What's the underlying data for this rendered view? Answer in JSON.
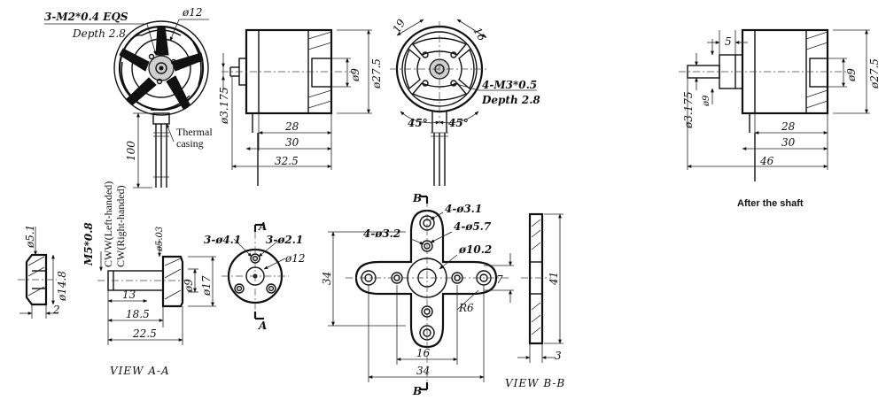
{
  "labels": {
    "screw_front": "3-M2*0.4 EQS",
    "depth_front": "Depth 2.8",
    "phi12_front": "ø12",
    "thermal": "Thermal",
    "casing": "casing",
    "len100": "100",
    "phi3175_side": "ø3.175",
    "len28_side": "28",
    "len30_side": "30",
    "len325_side": "32.5",
    "phi9_side": "ø9",
    "phi275_side": "ø27.5",
    "back19": "19",
    "back16": "16",
    "screw_back": "4-M3*0.5",
    "depth_back": "Depth 2.8",
    "ang45_left": "45°",
    "ang45_right": "45°",
    "after5": "5",
    "after_phi3175": "ø3.175",
    "after_phi9_small": "ø9",
    "after_phi9": "ø9",
    "after_phi275": "ø27.5",
    "after28": "28",
    "after30": "30",
    "after46": "46",
    "after_caption": "After the shaft",
    "m5": "M5*0.8",
    "cww": "CWW(Left-handed)",
    "cw": "CW(Right-handed)",
    "phi51": "ø5.1",
    "phi148": "ø14.8",
    "len2": "2",
    "len13": "13",
    "len185": "18.5",
    "len225": "22.5",
    "phi503": "ø5.03",
    "phi9_adapter": "ø9",
    "phi17": "ø17",
    "hole41": "3-ø4.1",
    "hole21": "3-ø2.1",
    "phi12_adapter": "ø12",
    "secA_top": "A",
    "secA_bot": "A",
    "view_aa": "VIEW A-A",
    "secB_top": "B",
    "secB_bot": "B",
    "hole31": "4-ø3.1",
    "hole32": "4-ø3.2",
    "hole57": "4-ø5.7",
    "phi102": "ø10.2",
    "mount34_v": "34",
    "mount7": "7",
    "r6": "R6",
    "mount16": "16",
    "mount34_h": "34",
    "mount41": "41",
    "mount3": "3",
    "view_bb": "VIEW B-B"
  }
}
